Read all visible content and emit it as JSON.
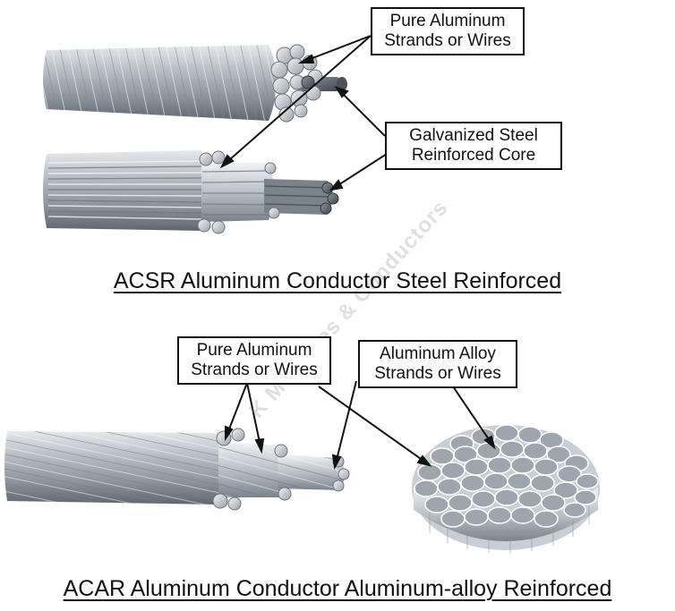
{
  "acsr": {
    "callout_pure": [
      "Pure Aluminum",
      "Strands or Wires"
    ],
    "callout_steel": [
      "Galvanized Steel",
      "Reinforced Core"
    ],
    "heading": "ACSR Aluminum Conductor Steel Reinforced"
  },
  "acar": {
    "callout_pure": [
      "Pure Aluminum",
      "Strands or Wires"
    ],
    "callout_alloy": [
      "Aluminum Alloy",
      "Strands or Wires"
    ],
    "heading": "ACAR Aluminum Conductor Aluminum-alloy Reinforced"
  },
  "watermark": "K M Cables & Conductors",
  "colors": {
    "strand_light": "#d9dde3",
    "strand_mid": "#a9b0b9",
    "strand_dark": "#6f7780",
    "steel_core": "#5c636b",
    "line": "#111111"
  }
}
